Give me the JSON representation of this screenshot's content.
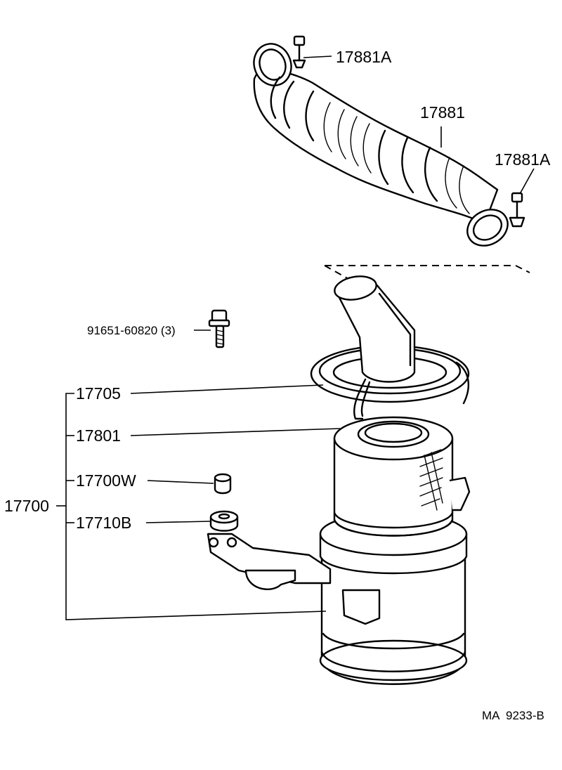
{
  "diagram": {
    "labels": {
      "clamp_upper": "17881A",
      "hose": "17881",
      "clamp_lower": "17881A",
      "bolt": "91651-60820 (3)",
      "cap": "17705",
      "element": "17801",
      "washer": "17700W",
      "grommet": "17710B",
      "assembly": "17700"
    },
    "figure_code": "MA  9233-B"
  }
}
